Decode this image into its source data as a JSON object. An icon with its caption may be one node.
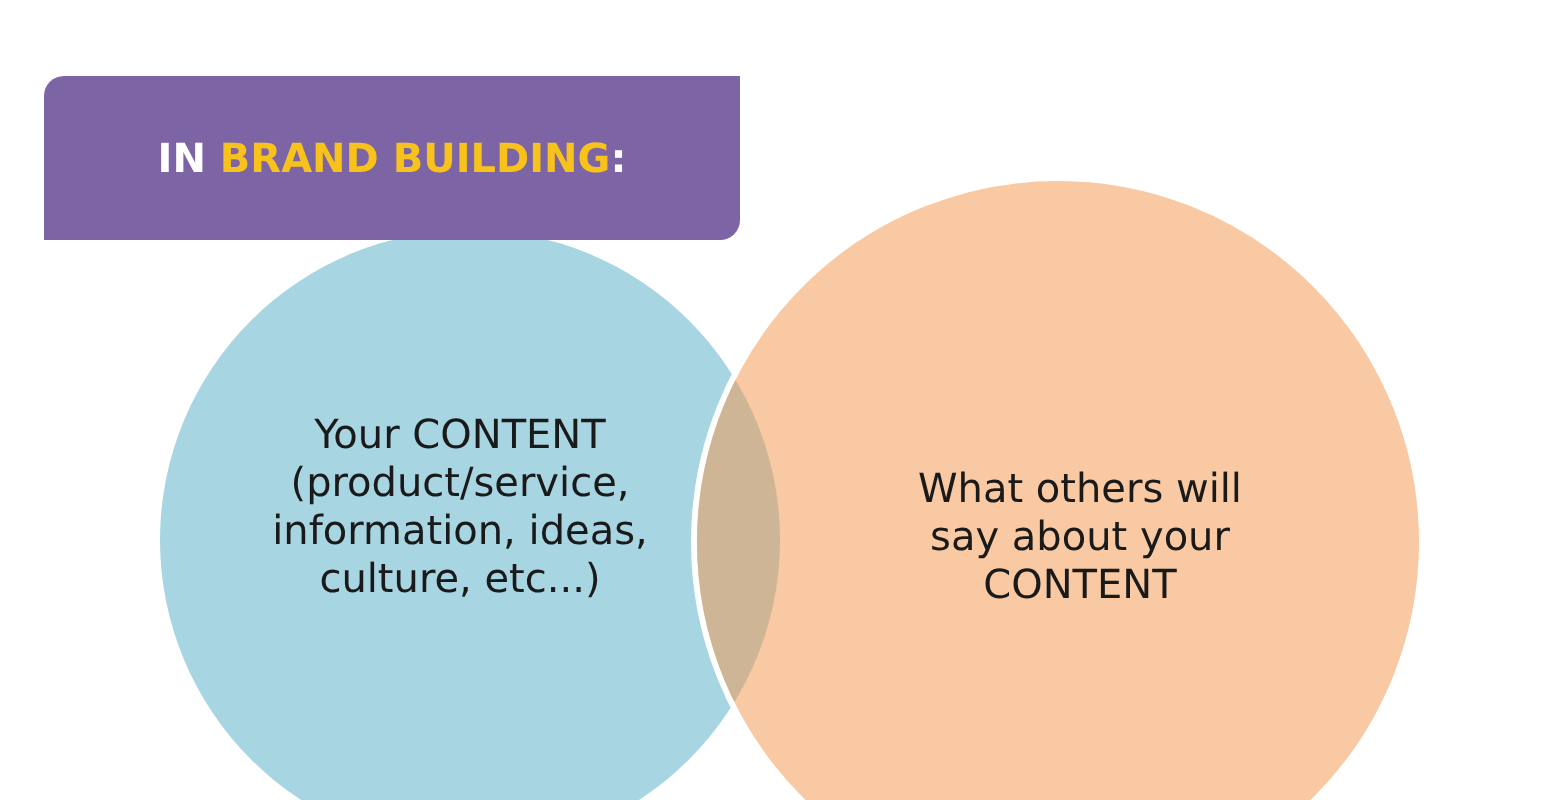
{
  "diagram": {
    "nodes": [
      {
        "text": [
          "IN **BRAND BUILDING**:"
        ]
      },
      {
        "text": [
          "Your CONTENT (product/service, information, ideas, culture, etc...)"
        ]
      },
      {
        "text": [
          "What others will say about your CONTENT"
        ]
      }
    ]
  }
}
